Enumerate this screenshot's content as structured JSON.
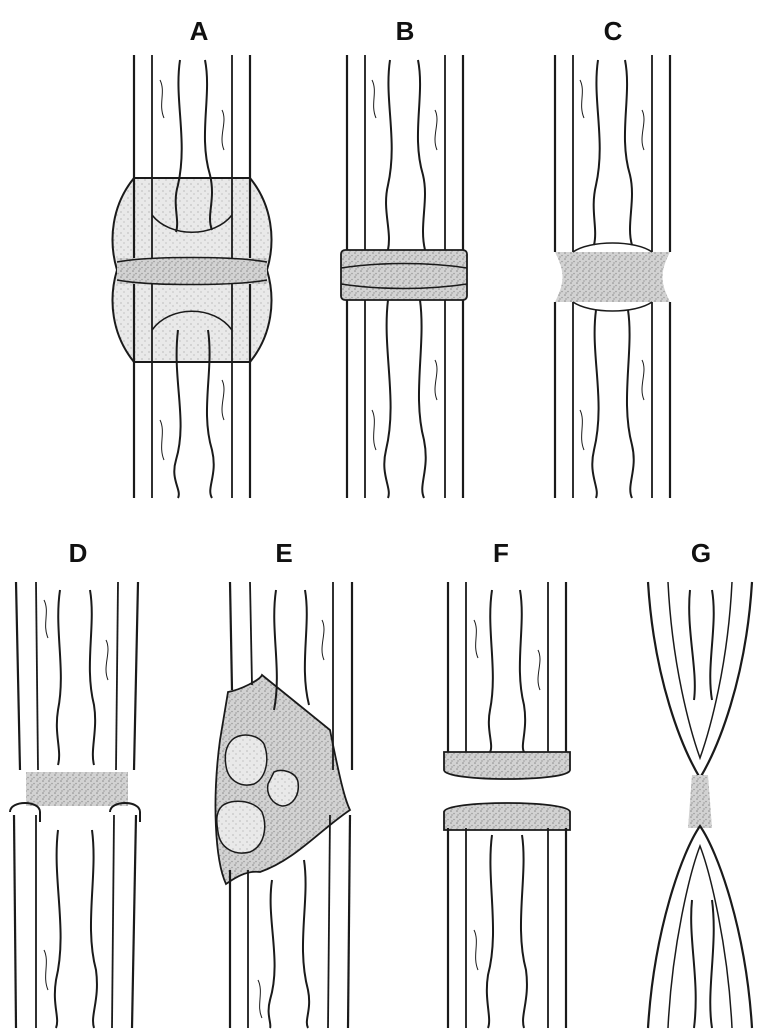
{
  "figure": {
    "panels": [
      {
        "key": "A",
        "label": "A",
        "type": "hypertrophic-callus"
      },
      {
        "key": "B",
        "label": "B",
        "type": "normal-callus"
      },
      {
        "key": "C",
        "label": "C",
        "type": "no-callus"
      },
      {
        "key": "D",
        "label": "D",
        "type": "avascular-gap"
      },
      {
        "key": "E",
        "label": "E",
        "type": "fragments-in-gap"
      },
      {
        "key": "F",
        "label": "F",
        "type": "separated-sealed-ends"
      },
      {
        "key": "G",
        "label": "G",
        "type": "tapered-ends"
      }
    ],
    "colors": {
      "ink": "#1a1a1a",
      "callus_fill": "#c9c9c9",
      "paper": "#ffffff",
      "fragment_fill": "#e6e6e6"
    }
  }
}
